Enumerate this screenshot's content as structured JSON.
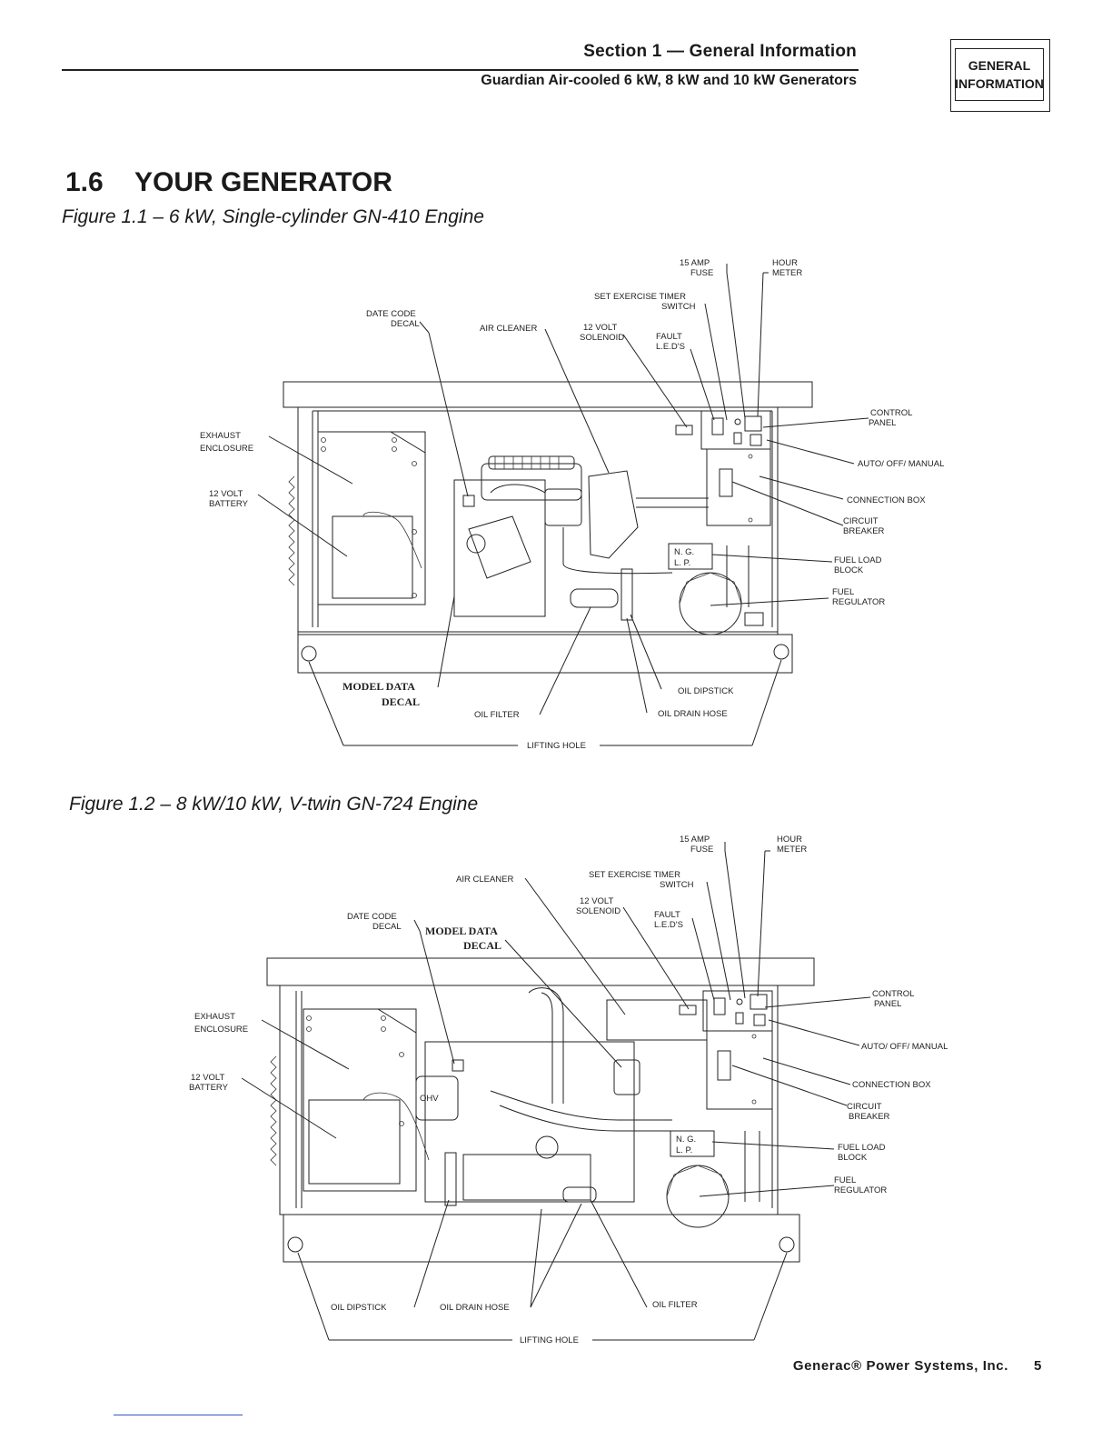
{
  "header": {
    "section": "Section 1 — General Information",
    "subtitle": "Guardian Air-cooled 6 kW, 8 kW and 10 kW Generators",
    "badge_line1": "GENERAL",
    "badge_line2": "INFORMATION"
  },
  "section": {
    "number": "1.6",
    "title": "YOUR GENERATOR"
  },
  "figure1": {
    "caption": "Figure 1.1 – 6 kW, Single-cylinder GN-410 Engine",
    "labels": {
      "fuse": [
        "15 AMP",
        "FUSE"
      ],
      "hour_meter": [
        "HOUR",
        "METER"
      ],
      "timer_switch": [
        "SET EXERCISE TIMER",
        "SWITCH"
      ],
      "date_code": [
        "DATE CODE",
        "DECAL"
      ],
      "air_cleaner": "AIR CLEANER",
      "solenoid": [
        "12 VOLT",
        "SOLENOID"
      ],
      "fault_leds": [
        "FAULT",
        "L.E.D'S"
      ],
      "exhaust": [
        "EXHAUST",
        "ENCLOSURE"
      ],
      "battery": [
        "12 VOLT",
        "BATTERY"
      ],
      "control_panel": [
        "CONTROL",
        "PANEL"
      ],
      "auto_off": "AUTO/ OFF/ MANUAL",
      "connection_box": "CONNECTION BOX",
      "circuit_breaker": [
        "CIRCUIT",
        "BREAKER"
      ],
      "fuel_load": [
        "FUEL LOAD",
        "BLOCK"
      ],
      "fuel_reg": [
        "FUEL",
        "REGULATOR"
      ],
      "model_data": [
        "MODEL DATA",
        "DECAL"
      ],
      "oil_dipstick": "OIL DIPSTICK",
      "oil_filter": "OIL FILTER",
      "oil_drain": "OIL DRAIN HOSE",
      "lifting_hole": "LIFTING HOLE",
      "ng": "N. G.",
      "lp": "L. P."
    }
  },
  "figure2": {
    "caption": "Figure 1.2 – 8 kW/10 kW, V-twin GN-724 Engine",
    "labels": {
      "fuse": [
        "15 AMP",
        "FUSE"
      ],
      "hour_meter": [
        "HOUR",
        "METER"
      ],
      "air_cleaner": "AIR CLEANER",
      "timer_switch": [
        "SET EXERCISE TIMER",
        "SWITCH"
      ],
      "solenoid": [
        "12 VOLT",
        "SOLENOID"
      ],
      "date_code": [
        "DATE CODE",
        "DECAL"
      ],
      "fault_leds": [
        "FAULT",
        "L.E.D'S"
      ],
      "model_data": [
        "MODEL DATA",
        "DECAL"
      ],
      "exhaust": [
        "EXHAUST",
        "ENCLOSURE"
      ],
      "battery": [
        "12 VOLT",
        "BATTERY"
      ],
      "control_panel": [
        "CONTROL",
        "PANEL"
      ],
      "auto_off": "AUTO/ OFF/ MANUAL",
      "connection_box": "CONNECTION BOX",
      "circuit_breaker": [
        "CIRCUIT",
        "BREAKER"
      ],
      "fuel_load": [
        "FUEL LOAD",
        "BLOCK"
      ],
      "fuel_reg": [
        "FUEL",
        "REGULATOR"
      ],
      "oil_dipstick": "OIL DIPSTICK",
      "oil_drain": "OIL DRAIN HOSE",
      "oil_filter": "OIL FILTER",
      "lifting_hole": "LIFTING HOLE",
      "ng": "N. G.",
      "lp": "L. P.",
      "ohv": "OHV"
    }
  },
  "footer": {
    "company": "Generac® Power Systems, Inc.",
    "page": "5"
  }
}
